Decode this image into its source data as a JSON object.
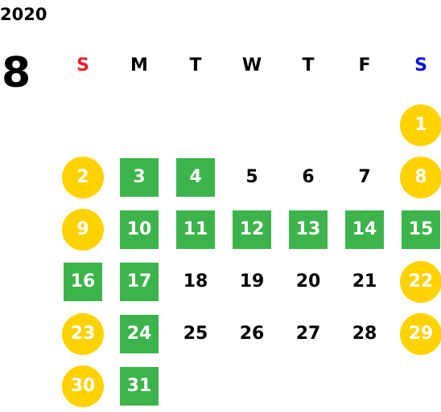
{
  "year": "2020",
  "month": "8",
  "colors": {
    "sunday": "#ee1c25",
    "saturday": "#0a14d0",
    "weekday_header": "#000000",
    "holiday_fill": "#ffd200",
    "closed_fill": "#3cb44b",
    "open_text": "#000000",
    "marked_text": "#ffffff"
  },
  "weekdays": [
    {
      "label": "S",
      "color": "#ee1c25"
    },
    {
      "label": "M",
      "color": "#000000"
    },
    {
      "label": "T",
      "color": "#000000"
    },
    {
      "label": "W",
      "color": "#000000"
    },
    {
      "label": "T",
      "color": "#000000"
    },
    {
      "label": "F",
      "color": "#000000"
    },
    {
      "label": "S",
      "color": "#0a14d0"
    }
  ],
  "leading_blank_days": 6,
  "days": [
    {
      "d": "1",
      "style": "holiday"
    },
    {
      "d": "2",
      "style": "holiday"
    },
    {
      "d": "3",
      "style": "closed"
    },
    {
      "d": "4",
      "style": "closed"
    },
    {
      "d": "5",
      "style": "plain"
    },
    {
      "d": "6",
      "style": "plain"
    },
    {
      "d": "7",
      "style": "plain"
    },
    {
      "d": "8",
      "style": "holiday"
    },
    {
      "d": "9",
      "style": "holiday"
    },
    {
      "d": "10",
      "style": "closed"
    },
    {
      "d": "11",
      "style": "closed"
    },
    {
      "d": "12",
      "style": "closed"
    },
    {
      "d": "13",
      "style": "closed"
    },
    {
      "d": "14",
      "style": "closed"
    },
    {
      "d": "15",
      "style": "closed"
    },
    {
      "d": "16",
      "style": "closed"
    },
    {
      "d": "17",
      "style": "closed"
    },
    {
      "d": "18",
      "style": "plain"
    },
    {
      "d": "19",
      "style": "plain"
    },
    {
      "d": "20",
      "style": "plain"
    },
    {
      "d": "21",
      "style": "plain"
    },
    {
      "d": "22",
      "style": "holiday"
    },
    {
      "d": "23",
      "style": "holiday"
    },
    {
      "d": "24",
      "style": "closed"
    },
    {
      "d": "25",
      "style": "plain"
    },
    {
      "d": "26",
      "style": "plain"
    },
    {
      "d": "27",
      "style": "plain"
    },
    {
      "d": "28",
      "style": "plain"
    },
    {
      "d": "29",
      "style": "holiday"
    },
    {
      "d": "30",
      "style": "holiday"
    },
    {
      "d": "31",
      "style": "closed"
    }
  ]
}
